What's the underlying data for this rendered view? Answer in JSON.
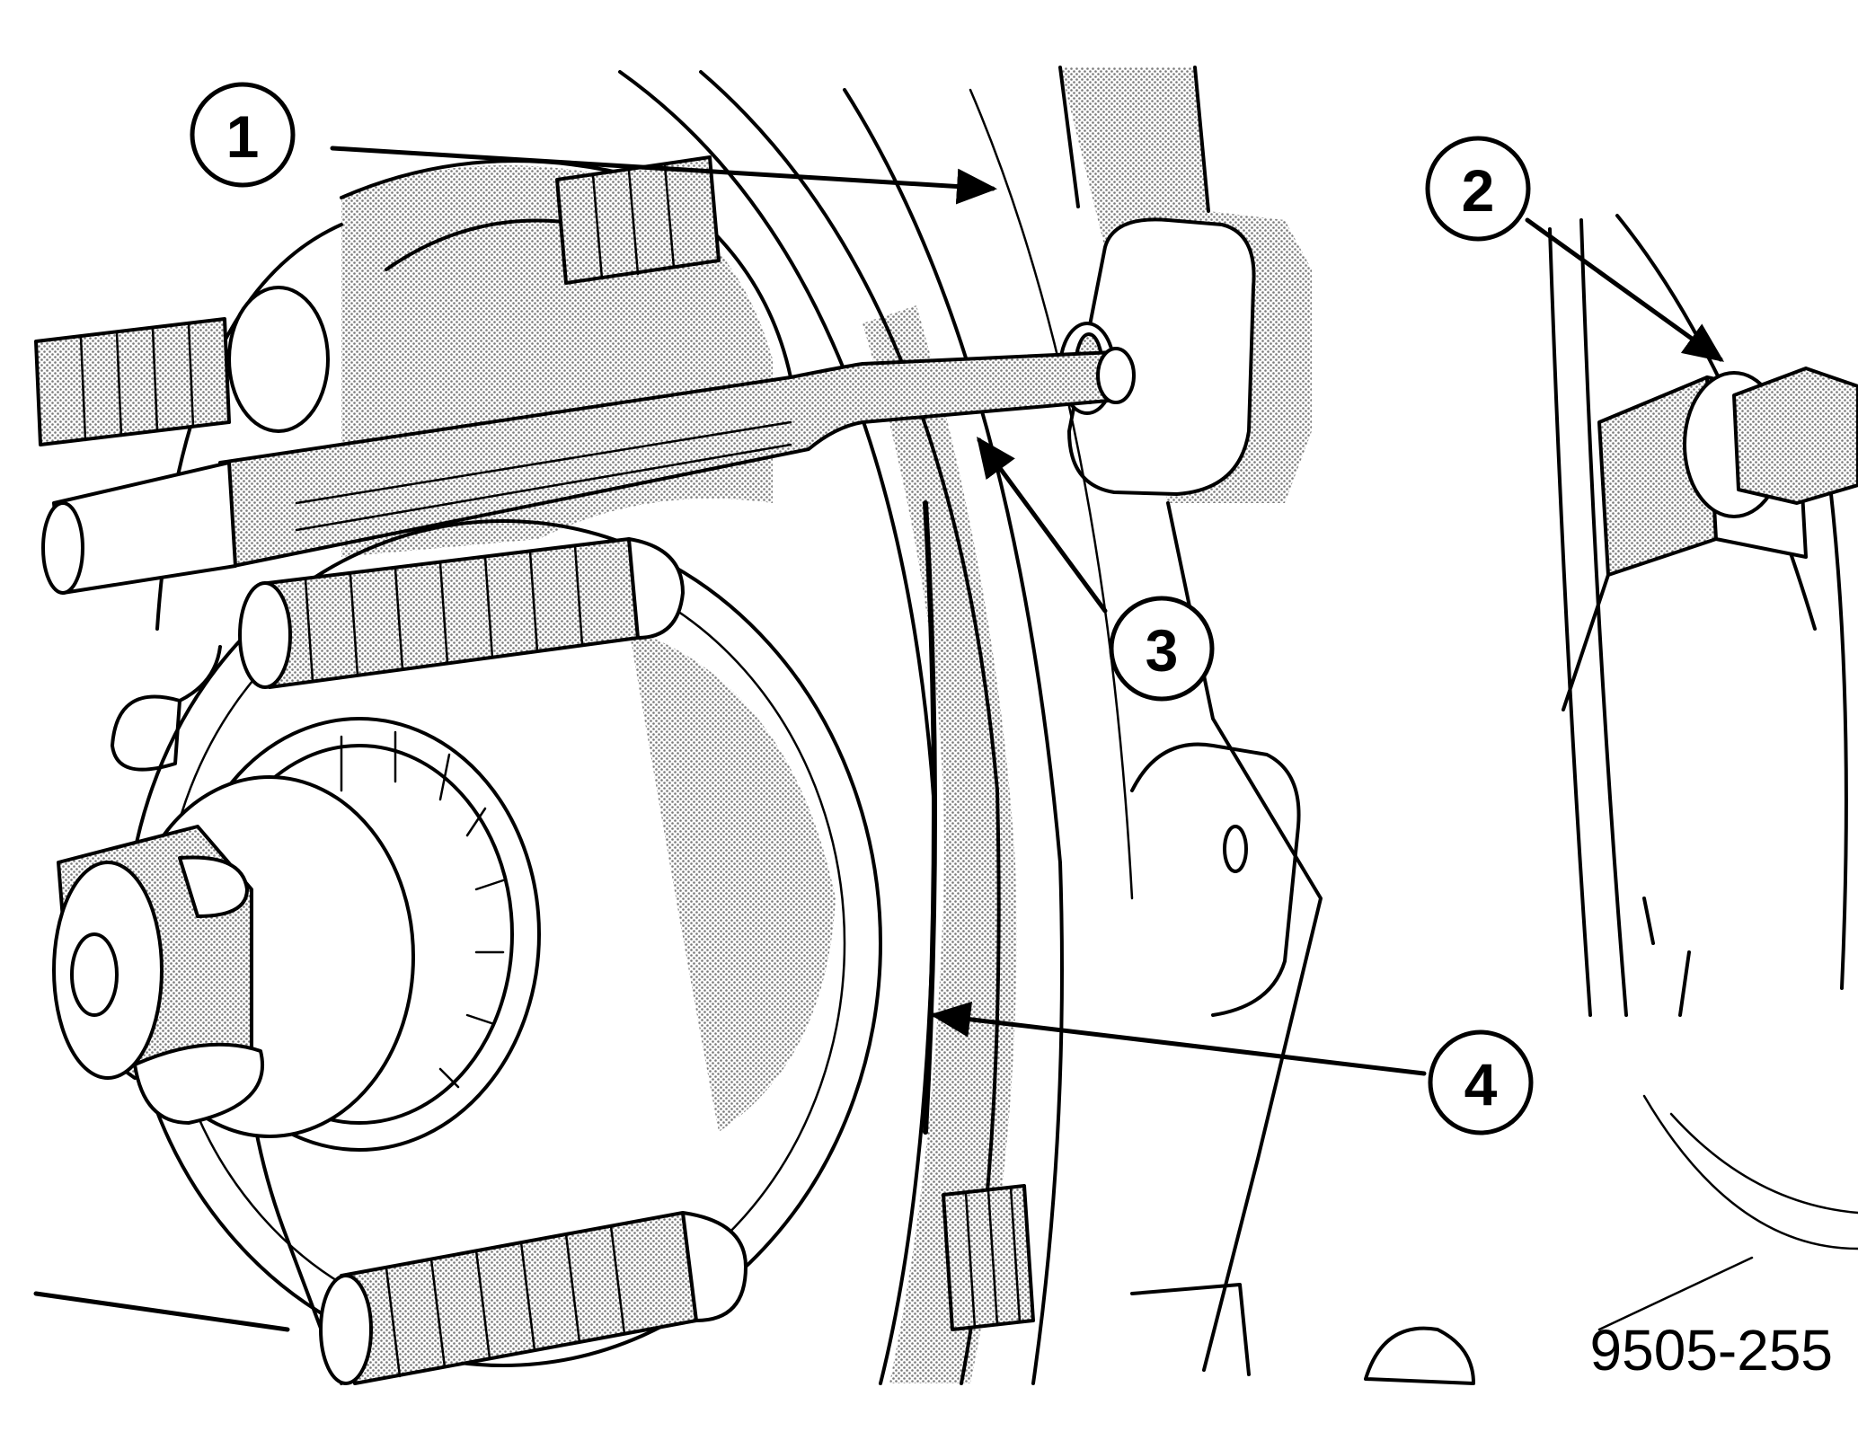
{
  "callouts": [
    {
      "id": "1",
      "label": "1"
    },
    {
      "id": "2",
      "label": "2"
    },
    {
      "id": "3",
      "label": "3"
    },
    {
      "id": "4",
      "label": "4"
    }
  ],
  "figure_code": "9505-255",
  "colors": {
    "ink": "#000000",
    "paper": "#ffffff",
    "shade": "#9a9a9a"
  }
}
